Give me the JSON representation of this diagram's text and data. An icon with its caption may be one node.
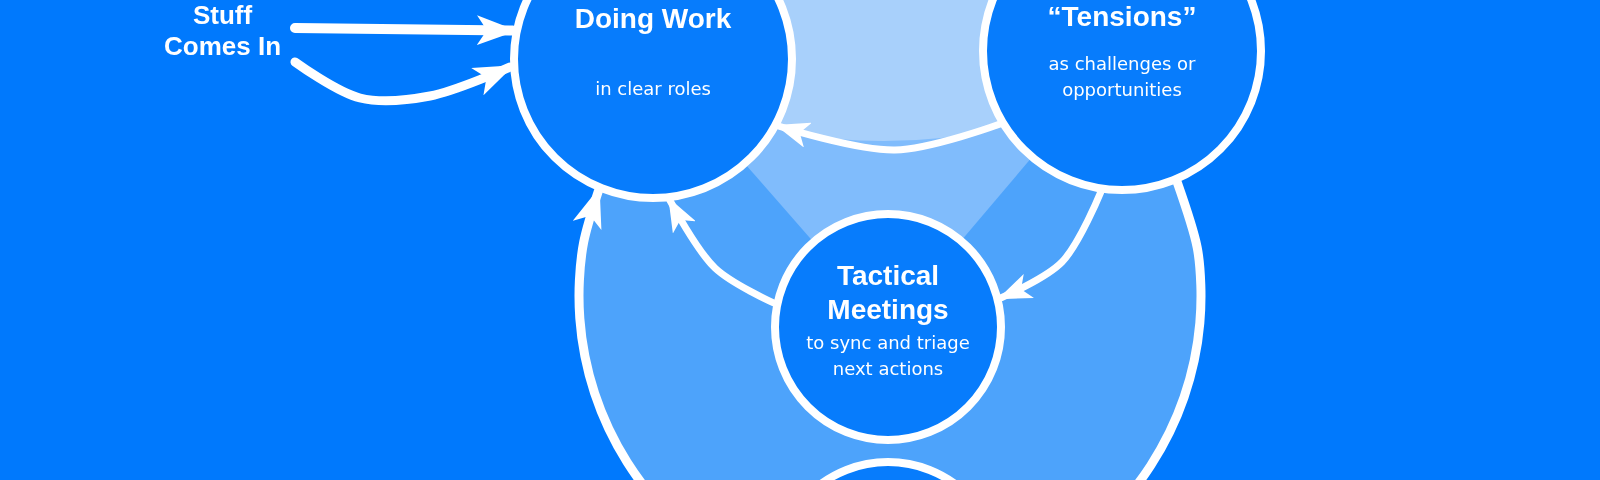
{
  "diagram": {
    "nodes": [
      {
        "text": [
          "Stuff Comes In"
        ]
      },
      {
        "text": [
          "Doing Work",
          "in clear roles"
        ]
      },
      {
        "text": [
          "“Tensions”",
          "as challenges or opportunities"
        ]
      },
      {
        "text": [
          "Tactical Meetings",
          "to sync and triage next actions"
        ]
      },
      {
        "text": [],
        "shape": "circle"
      }
    ],
    "edges": [
      {
        "from": 0,
        "to": 1,
        "arrow": "to"
      },
      {
        "from": 0,
        "to": 1,
        "arrow": "to"
      },
      {
        "from": 2,
        "to": 1,
        "arrow": "to"
      },
      {
        "from": 2,
        "to": 3,
        "arrow": "to"
      },
      {
        "from": 3,
        "to": 1,
        "arrow": "to"
      },
      {
        "from": 2,
        "to": 4,
        "arrow": "none"
      },
      {
        "from": 4,
        "to": 1,
        "arrow": "to"
      }
    ]
  }
}
